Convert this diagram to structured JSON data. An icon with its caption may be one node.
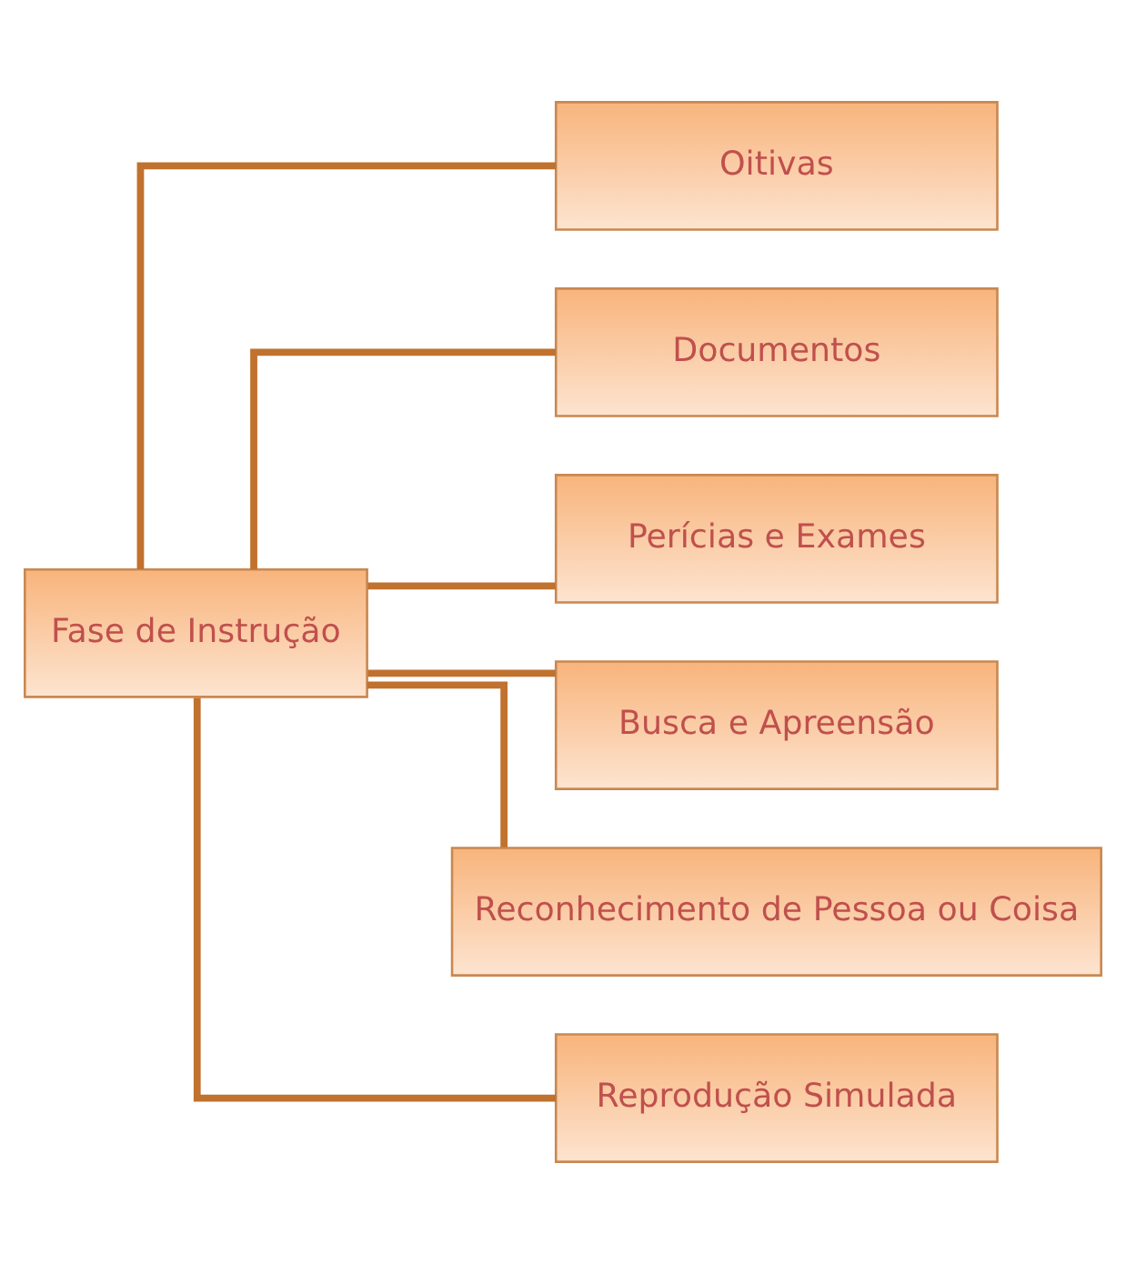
{
  "diagram": {
    "nodes": [
      {
        "text": [
          "Fase de Instrução"
        ]
      },
      {
        "text": [
          "Oitivas"
        ]
      },
      {
        "text": [
          "Documentos"
        ]
      },
      {
        "text": [
          "Perícias e Exames"
        ]
      },
      {
        "text": [
          "Busca e Apreensão"
        ]
      },
      {
        "text": [
          "Reconhecimento de Pessoa ou Coisa"
        ]
      },
      {
        "text": [
          "Reprodução Simulada"
        ]
      }
    ],
    "edges": [
      {
        "from": 0,
        "to": 1,
        "arrow": "none"
      },
      {
        "from": 0,
        "to": 2,
        "arrow": "none"
      },
      {
        "from": 0,
        "to": 3,
        "arrow": "none"
      },
      {
        "from": 0,
        "to": 4,
        "arrow": "none"
      },
      {
        "from": 0,
        "to": 5,
        "arrow": "none"
      },
      {
        "from": 0,
        "to": 6,
        "arrow": "none"
      }
    ]
  }
}
